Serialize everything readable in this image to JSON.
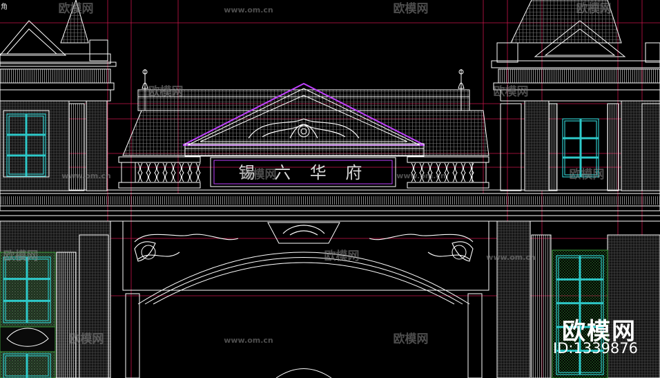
{
  "viewer": {
    "corner_label": "角"
  },
  "drawing": {
    "sign_text": "锡 六 华 府"
  },
  "watermarks": {
    "brand": "欧模网",
    "site": "www.om.cn",
    "id_label": "ID:1339876",
    "positions": [
      [
        110,
        18,
        "brand"
      ],
      [
        360,
        18,
        "site"
      ],
      [
        595,
        18,
        "brand"
      ],
      [
        860,
        18,
        "brand"
      ],
      [
        240,
        138,
        "brand"
      ],
      [
        740,
        138,
        "brand"
      ],
      [
        125,
        258,
        "site"
      ],
      [
        375,
        258,
        "brand"
      ],
      [
        610,
        258,
        "site"
      ],
      [
        850,
        258,
        "brand"
      ],
      [
        30,
        376,
        "brand"
      ],
      [
        495,
        376,
        "brand"
      ],
      [
        740,
        376,
        "site"
      ],
      [
        125,
        496,
        "brand"
      ],
      [
        360,
        496,
        "site"
      ],
      [
        595,
        496,
        "brand"
      ]
    ]
  },
  "colors": {
    "line": "#ffffff",
    "grid": "#c8164a",
    "glass": "#2ec9c9",
    "roof": "#6a6a6a",
    "highlight": "#c040ff",
    "hatch": "#3a9a3a"
  }
}
